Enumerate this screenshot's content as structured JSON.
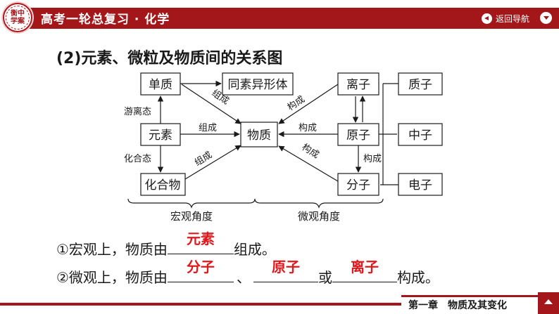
{
  "header": {
    "logo_text": "衡中学案",
    "course_title": "高考一轮总复习 · 化学",
    "back_label": "返回导航",
    "back_icon": "back-arrow-icon",
    "collapse_icon": "chevron-down-icon"
  },
  "section": {
    "heading": "(2)元素、微粒及物质间的关系图"
  },
  "diagram": {
    "nodes": {
      "danzhi": "单质",
      "tongsu": "同素异形体",
      "yuansu": "元素",
      "wuzhi": "物质",
      "huahewu": "化合物",
      "lizi": "离子",
      "yuanzi": "原子",
      "fenzi": "分子",
      "zhizi": "质子",
      "zhongzi": "中子",
      "dianzi": "电子"
    },
    "edges": {
      "youlitai": "游离态",
      "huahetai": "化合态",
      "zucheng1": "组成",
      "zucheng2": "组成",
      "zucheng3": "组成",
      "goucheng1": "构成",
      "goucheng2": "构成",
      "goucheng3": "构成",
      "goucheng4": "构成"
    },
    "axis": {
      "macro": "宏观角度",
      "micro": "微观角度"
    }
  },
  "questions": {
    "q1": {
      "prefix": "①宏观上，物质由",
      "answer": "元素",
      "suffix": "组成。"
    },
    "q2": {
      "prefix": "②微观上，物质由",
      "answer1": "分子",
      "sep1": "、",
      "answer2": "原子",
      "sep2": "或",
      "answer3": "离子",
      "suffix": "构成。"
    }
  },
  "footer": {
    "chapter": "第一章　物质及其变化",
    "nav_icon": "chevron-up-icon"
  },
  "colors": {
    "brand": "#a3171b",
    "answer": "#e0181c"
  }
}
